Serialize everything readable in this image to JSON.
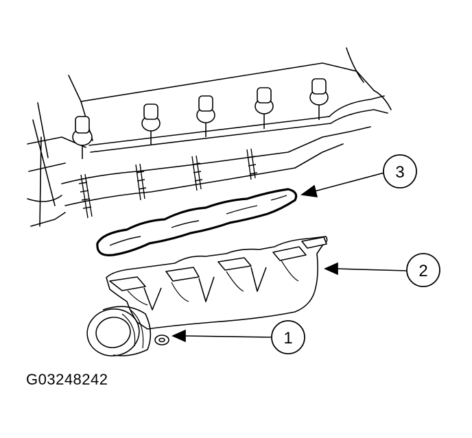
{
  "figure": {
    "id": "G03248242",
    "callouts": [
      {
        "number": "1"
      },
      {
        "number": "2"
      },
      {
        "number": "3"
      }
    ],
    "colors": {
      "line": "#000000",
      "background": "#ffffff"
    }
  }
}
